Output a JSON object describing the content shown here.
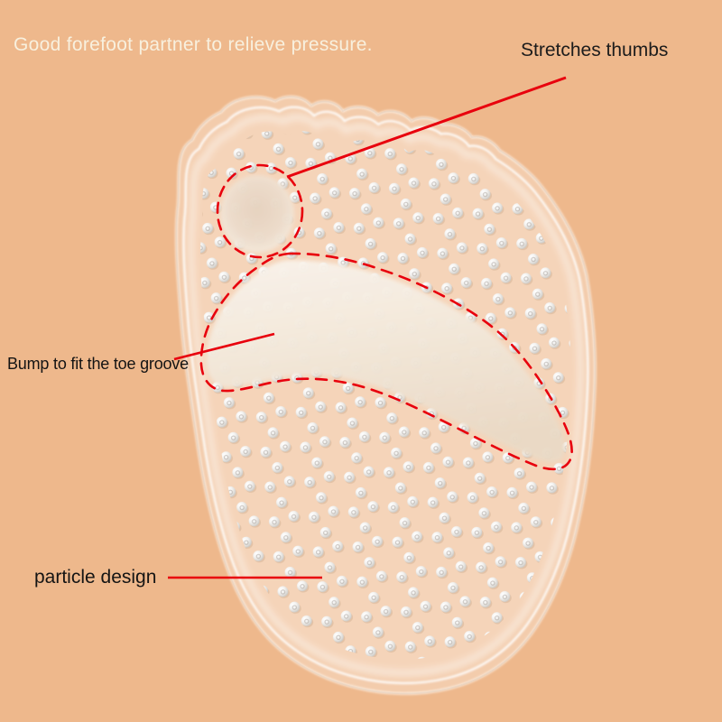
{
  "image": {
    "subject": "Transparent gel forefoot cushion pad covered with pearl particles, with red callout annotations",
    "background_color": "#eeb88c",
    "accent_color": "#e8000d",
    "pad_tint_color": "#f6ddc6",
    "pearl_color": "#ffffff",
    "bump_color": "#ecdccb"
  },
  "tagline": {
    "text": "Good forefoot partner to relieve pressure.",
    "color": "#f8f0de"
  },
  "annotations": {
    "stretches_thumbs": {
      "label": "Stretches thumbs",
      "target": "dashed-circle-thumb-bump"
    },
    "bump_groove": {
      "label": "Bump to fit the toe groove",
      "target": "toe-groove-bump"
    },
    "particle_design": {
      "label": "particle design",
      "target": "pearl-particles"
    }
  }
}
